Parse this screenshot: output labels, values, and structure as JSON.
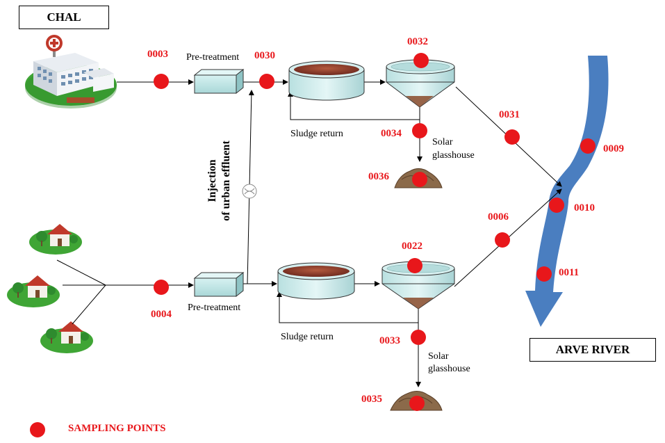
{
  "title_box": "CHAL",
  "river_box": "ARVE RIVER",
  "labels": {
    "pretreatment_top": "Pre-treatment",
    "pretreatment_bottom": "Pre-treatment",
    "sludge_return_top": "Sludge return",
    "sludge_return_bottom": "Sludge return",
    "solar_top_1": "Solar",
    "solar_top_2": "glasshouse",
    "solar_bottom_1": "Solar",
    "solar_bottom_2": "glasshouse",
    "injection_1": "Injection",
    "injection_2": "of urban effluent"
  },
  "sampling_codes": {
    "p0003": "0003",
    "p0030": "0030",
    "p0032": "0032",
    "p0031": "0031",
    "p0034": "0034",
    "p0036": "0036",
    "p0009": "0009",
    "p0010": "0010",
    "p0011": "0011",
    "p0006": "0006",
    "p0022": "0022",
    "p0004": "0004",
    "p0033": "0033",
    "p0035": "0035"
  },
  "legend": {
    "label": "SAMPLING POINTS"
  },
  "colors": {
    "sampling_red": "#e8171b",
    "river_blue": "#4a7ec0",
    "tank_fill": "#c9eaea",
    "sludge_brown": "#9a3b2a",
    "grass_green": "#3fa535",
    "soil_brown": "#8b6a4a"
  }
}
